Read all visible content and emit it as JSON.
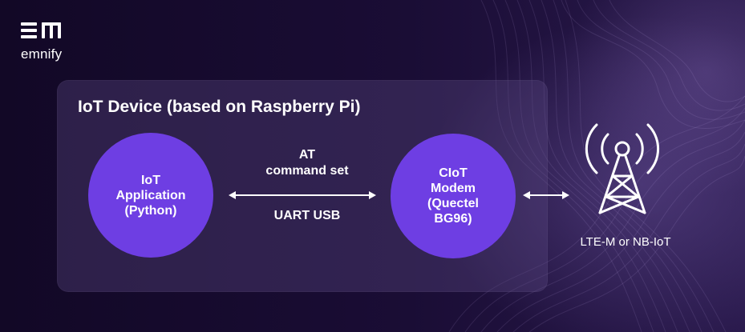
{
  "brand": {
    "wordmark": "emnify",
    "logo_icon": "em-logo-icon"
  },
  "diagram": {
    "container": {
      "title": "IoT Device (based on Raspberry Pi)"
    },
    "nodes": [
      {
        "id": "iot-application",
        "label": "IoT\nApplication\n(Python)"
      },
      {
        "id": "ciot-modem",
        "label": "CIoT\nModem\n(Quectel\nBG96)"
      }
    ],
    "links": [
      {
        "from": "iot-application",
        "to": "ciot-modem",
        "direction": "bidirectional",
        "top_label": "AT\ncommand set",
        "bottom_label": "UART USB"
      },
      {
        "from": "ciot-modem",
        "to": "network",
        "direction": "bidirectional"
      }
    ],
    "network": {
      "icon": "cell-tower-icon",
      "label": "LTE-M or NB-IoT"
    }
  },
  "colors": {
    "background": "#150a2b",
    "node_fill": "#6e3ee3",
    "text": "#ffffff"
  }
}
